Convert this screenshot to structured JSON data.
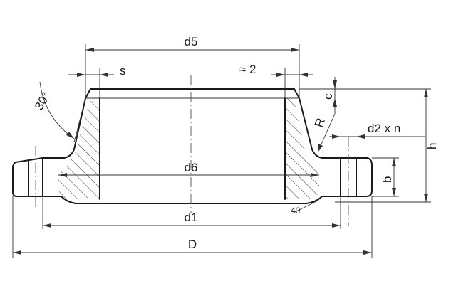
{
  "colors": {
    "stroke": "#1a1a1a",
    "dimension": "#333333",
    "background": "#ffffff"
  },
  "labels": {
    "d5": "d5",
    "s": "s",
    "approx2": "≈ 2",
    "c": "c",
    "angle30": "30°",
    "R": "R",
    "d2xn": "d2 x n",
    "h": "h",
    "d6": "d6",
    "b": "b",
    "r40": "40",
    "d1": "d1",
    "D": "D"
  }
}
